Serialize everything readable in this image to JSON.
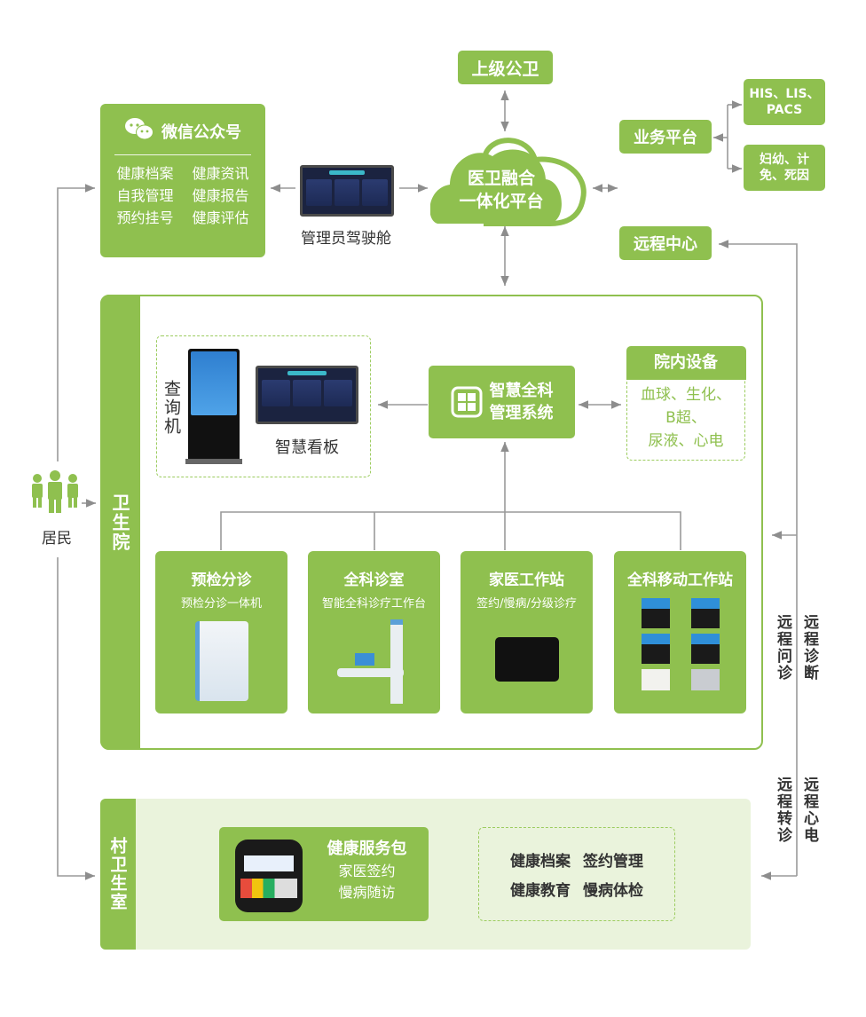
{
  "upper_public_health": "上级公卫",
  "wechat": {
    "title": "微信公众号",
    "items": [
      "健康档案",
      "健康资讯",
      "自我管理",
      "健康报告",
      "预约挂号",
      "健康评估"
    ]
  },
  "admin_cockpit": "管理员驾驶舱",
  "cloud_platform": {
    "line1": "医卫融合",
    "line2": "一体化平台"
  },
  "business_platform": {
    "label": "业务平台",
    "children": [
      "HIS、LIS、PACS",
      "妇幼、计免、死因"
    ]
  },
  "remote_center": "远程中心",
  "residents": "居民",
  "health_center": {
    "label": "卫生院",
    "query_kiosk": "查询机",
    "smart_board": "智慧看板",
    "management_system": {
      "line1": "智慧全科",
      "line2": "管理系统"
    },
    "in_hospital_devices": {
      "title": "院内设备",
      "lines": [
        "血球、生化、",
        "B超、",
        "尿液、心电"
      ]
    },
    "stations": [
      {
        "title": "预检分诊",
        "subtitle": "预检分诊一体机"
      },
      {
        "title": "全科诊室",
        "subtitle": "智能全科诊疗工作台"
      },
      {
        "title": "家医工作站",
        "subtitle": "签约/慢病/分级诊疗"
      },
      {
        "title": "全科移动工作站",
        "subtitle": ""
      }
    ]
  },
  "remote_labels": {
    "consultation": "远程问诊",
    "diagnosis": "远程诊断",
    "referral": "远程转诊",
    "ecg": "远程心电"
  },
  "village_clinic": {
    "label": "村卫生室",
    "service_pack": {
      "title": "健康服务包",
      "lines": [
        "家医签约",
        "慢病随访"
      ]
    },
    "functions": [
      "健康档案",
      "签约管理",
      "健康教育",
      "慢病体检"
    ]
  }
}
